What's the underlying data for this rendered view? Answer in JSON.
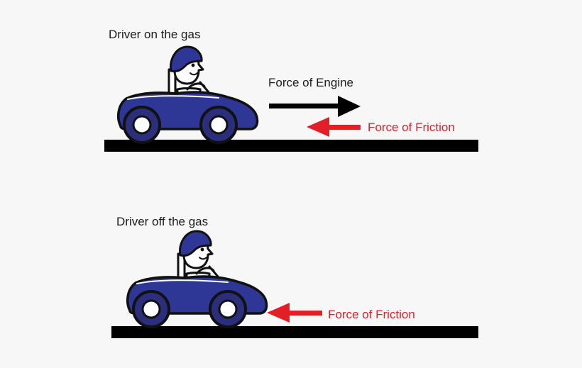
{
  "panels": [
    {
      "caption": "Driver on the gas",
      "forces": [
        {
          "label": "Force of Engine",
          "direction": "right",
          "color": "#000000"
        },
        {
          "label": "Force of Friction",
          "direction": "left",
          "color": "#e21e26"
        }
      ]
    },
    {
      "caption": "Driver off the gas",
      "forces": [
        {
          "label": "Force of Friction",
          "direction": "left",
          "color": "#e21e26"
        }
      ]
    }
  ],
  "colors": {
    "car_body": "#2e3796",
    "outline": "#111111",
    "road": "#000000",
    "friction": "#e21e26",
    "background": "#f7f7f7"
  }
}
